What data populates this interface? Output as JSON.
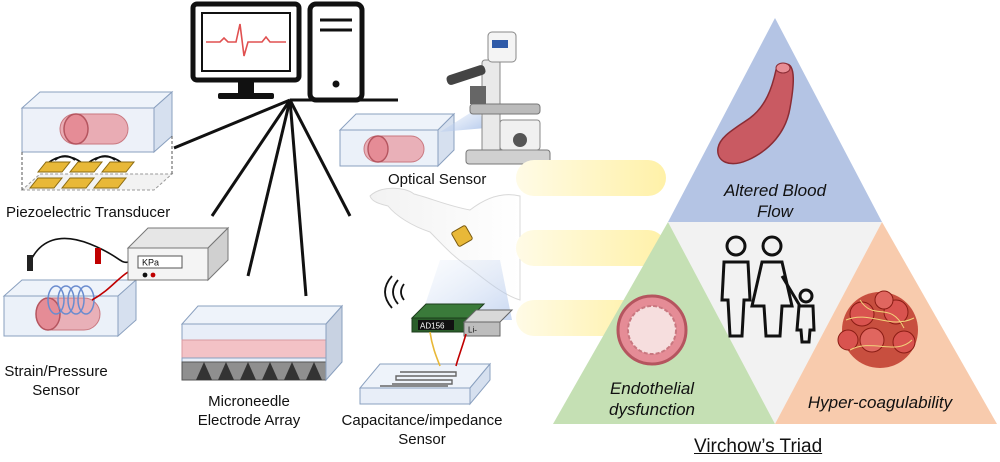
{
  "labels": {
    "optical": "Optical Sensor",
    "piezo": "Piezoelectric Transducer",
    "strain_line1": "Strain/Pressure",
    "strain_line2": "Sensor",
    "micro_line1": "Microneedle",
    "micro_line2": "Electrode Array",
    "cap_line1": "Capacitance/impedance",
    "cap_line2": "Sensor"
  },
  "device_text": {
    "meter": "KPa",
    "chip": "AD156",
    "battery": "Li-"
  },
  "triad": {
    "title": "Virchow’s Triad",
    "top_line1": "Altered Blood",
    "top_line2": "Flow",
    "left_line1": "Endothelial",
    "left_line2": "dysfunction",
    "right": "Hyper-coagulability"
  },
  "colors": {
    "top_triangle": "#b4c4e4",
    "left_triangle": "#c5e0b4",
    "right_triangle": "#f8cbad",
    "center_triangle": "#f2f2f2",
    "arrows": "#fff2b2",
    "vessel": "#e8a0a8",
    "electrode_gold": "#e8b838"
  }
}
